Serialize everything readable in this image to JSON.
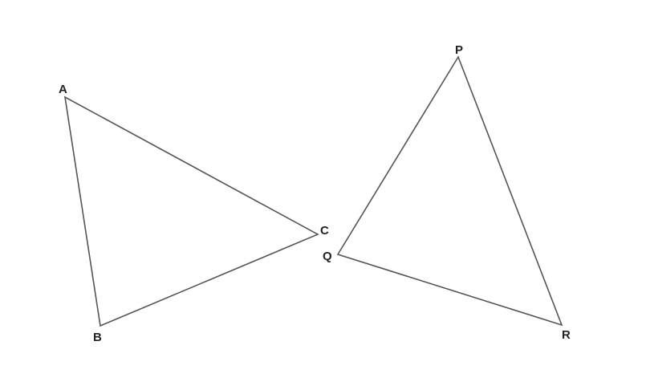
{
  "colors": {
    "stroke": "#555555",
    "label": "#222222",
    "background": "#ffffff"
  },
  "triangles": [
    {
      "name": "triangle-abc",
      "vertices": [
        {
          "label": "A"
        },
        {
          "label": "B"
        },
        {
          "label": "C"
        }
      ]
    },
    {
      "name": "triangle-pqr",
      "vertices": [
        {
          "label": "P"
        },
        {
          "label": "Q"
        },
        {
          "label": "R"
        }
      ]
    }
  ]
}
